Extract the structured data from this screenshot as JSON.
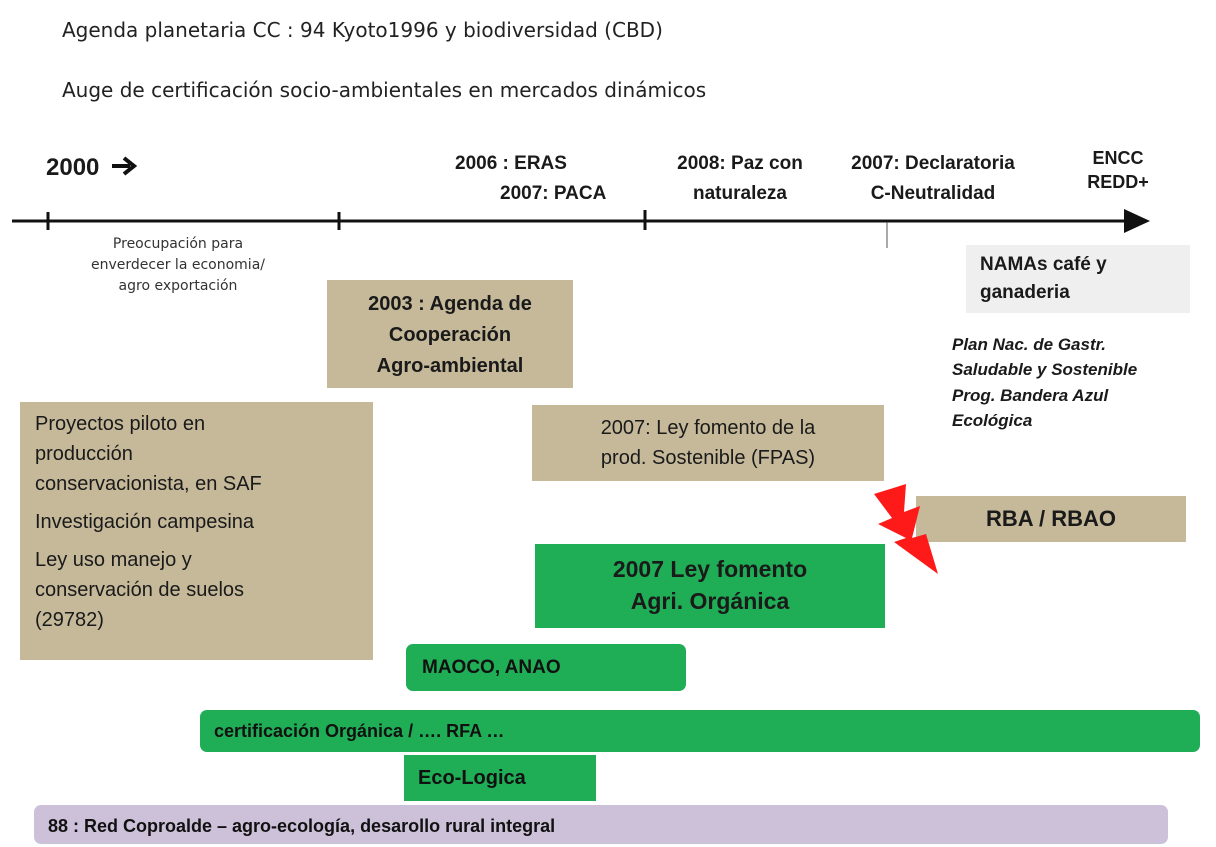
{
  "header": {
    "line1": "Agenda planetaria CC : 94 Kyoto1996 y biodiversidad (CBD)",
    "line2": "Auge de certificación socio-ambientales en mercados dinámicos"
  },
  "timeline": {
    "start": "2000",
    "labels": {
      "eras": "2006 : ERAS",
      "paca": "2007: PACA",
      "paz1": "2008: Paz con",
      "paz2": "naturaleza",
      "decl1": "2007: Declaratoria",
      "decl2": "C-Neutralidad",
      "encc": "ENCC",
      "redd": "REDD+"
    },
    "note": [
      "Preocupación para",
      "enverdecer la economia/",
      "agro exportación"
    ]
  },
  "boxes": {
    "agenda": [
      "2003 : Agenda de",
      "Cooperación",
      "Agro-ambiental"
    ],
    "proyectos": [
      "Proyectos piloto en",
      "producción",
      "conservacionista, en SAF"
    ],
    "investigacion": "Investigación campesina",
    "ley_suelos": [
      "Ley uso manejo y",
      "conservación de suelos",
      "(29782)"
    ],
    "fpas": [
      "2007: Ley fomento de la",
      "prod. Sostenible (FPAS)"
    ],
    "organica": [
      "2007 Ley fomento",
      "Agri. Orgánica"
    ],
    "namas": [
      "NAMAs café y",
      "ganaderia"
    ],
    "plan": [
      "Plan Nac. de Gastr.",
      "Saludable y Sostenible"
    ],
    "bandera": [
      "Prog. Bandera Azul",
      "Ecológica"
    ],
    "rba": "RBA / RBAO",
    "maoco": "MAOCO, ANAO",
    "certificacion": "certificación Orgánica / …. RFA …",
    "ecologica": "Eco-Logica",
    "coproalde": "88 : Red Coproalde – agro-ecología, desarollo rural integral"
  },
  "colors": {
    "tan": "#c5b99a",
    "green": "#1fad55",
    "grey": "#efefef",
    "lavender": "#cdc1da",
    "bolt": "#ff1a1a"
  },
  "icons": {
    "start_arrow": "right-arrow-icon",
    "bolt": "lightning-bolt-icon"
  }
}
